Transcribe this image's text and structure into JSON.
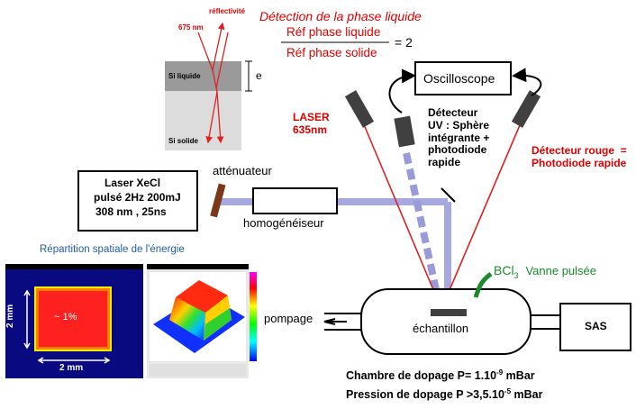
{
  "header": {
    "title": "Détection de la phase liquide",
    "fraction_numerator": "Réf phase liquide",
    "fraction_denominator": "Réf phase solide",
    "fraction_result": "= 2"
  },
  "inset": {
    "reflectivity_label": "réflectivité",
    "wavelength_label": "675 nm",
    "layer_liquid": "Si liquide",
    "layer_solid": "Si solide",
    "thickness_label": "e"
  },
  "laser_box": {
    "line1": "Laser XeCl",
    "line2": "pulsé 2Hz 200mJ",
    "line3": "308 nm , 25ns"
  },
  "labels": {
    "attenuator": "atténuateur",
    "homogenizer": "homogénéiseur",
    "laser635": "LASER\n635nm",
    "oscilloscope": "Oscilloscope",
    "uv_detector": "Détecteur\nUV : Sphère\nintégrante +\nphotodiode\nrapide",
    "red_detector": "Détecteur rouge  =\nPhotodiode rapide",
    "bcl3": "BCl",
    "bcl3_sub": "3",
    "valve": "Vanne pulsée",
    "pumping": "pompage",
    "sample": "échantillon",
    "sas": "SAS",
    "chamber_pressure": "Chambre de dopage P= 1.10",
    "chamber_exp": "-9",
    "chamber_unit": " mBar",
    "doping_pressure": "Pression de dopage P >3,5.10",
    "doping_exp": "-5",
    "doping_unit": " mBar"
  },
  "energy": {
    "title": "Répartition spatiale de l'énergie",
    "percent": "~ 1%",
    "dim_x": "2 mm",
    "dim_y": "2 mm"
  },
  "colors": {
    "red_beam": "#e02020",
    "uv_beam": "#a0a0e0",
    "title_red": "#e00000",
    "valve_green": "#1a8a2a",
    "energy_blue": "#1f5fa8"
  }
}
